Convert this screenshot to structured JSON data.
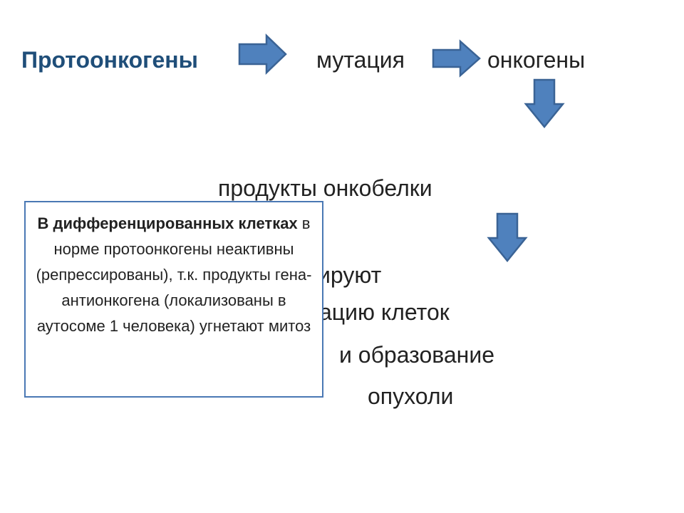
{
  "diagram": {
    "title": "Протоонкогены",
    "mutation": "мутация",
    "oncogenes": "онкогены",
    "products": "продукты онкобелки",
    "result_lines": [
      "ируют",
      "ацию клеток",
      "и образование",
      "опухоли"
    ]
  },
  "note": {
    "bold_part": "В дифференцированных клетках",
    "rest_part": " в норме протоонкогены неактивны (репрессированы), т.к. продукты гена-антионкогена (локализованы в аутосоме 1 человека) угнетают митоз"
  },
  "colors": {
    "title": "#1f4e79",
    "arrow_fill": "#4f81bd",
    "arrow_stroke": "#3a6395",
    "note_border": "#4a78b4"
  },
  "icons": {
    "arrow_right": "arrow-right-icon",
    "arrow_down": "arrow-down-icon"
  }
}
